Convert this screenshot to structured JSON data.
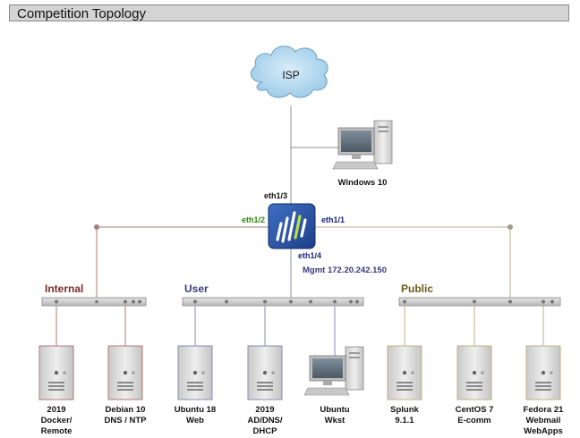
{
  "title": "Competition Topology",
  "isp": {
    "label": "ISP"
  },
  "windows": {
    "label": "Windows 10"
  },
  "firewall": {
    "eth_top": "eth1/3",
    "eth_left": "eth1/2",
    "eth_right": "eth1/1",
    "eth_bottom": "eth1/4",
    "mgmt": "Mgmt 172.20.242.150"
  },
  "segments": {
    "internal": {
      "label": "Internal",
      "color": "#7a2a2a"
    },
    "user": {
      "label": "User",
      "color": "#3a3a7a"
    },
    "public": {
      "label": "Public",
      "color": "#6a5a1a"
    }
  },
  "colors": {
    "eth_left": "#2e8b12",
    "eth_right": "#1a237e",
    "eth_bottom": "#1a237e",
    "mgmt": "#3a3a7a",
    "line_internal": "#b07a7a",
    "line_user": "#8b8bb5",
    "line_public": "#c2b088",
    "line_isp": "#909090"
  },
  "servers": [
    {
      "line1": "2019",
      "line2": "Docker/",
      "line3": "Remote"
    },
    {
      "line1": "Debian 10",
      "line2": "DNS / NTP",
      "line3": ""
    },
    {
      "line1": "Ubuntu 18",
      "line2": "Web",
      "line3": ""
    },
    {
      "line1": "2019",
      "line2": "AD/DNS/",
      "line3": "DHCP"
    },
    {
      "line1": "Ubuntu",
      "line2": "Wkst",
      "line3": ""
    },
    {
      "line1": "Splunk",
      "line2": "9.1.1",
      "line3": ""
    },
    {
      "line1": "CentOS 7",
      "line2": "E-comm",
      "line3": ""
    },
    {
      "line1": "Fedora 21",
      "line2": "Webmail",
      "line3": "WebApps"
    }
  ]
}
